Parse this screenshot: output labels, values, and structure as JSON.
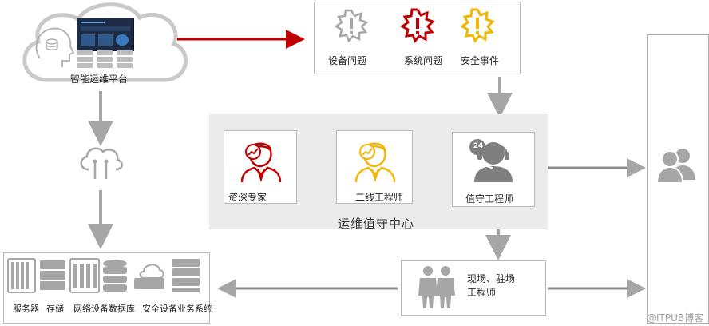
{
  "platform": {
    "label": "智能运维平台"
  },
  "alerts": {
    "device": "设备问题",
    "system": "系统问题",
    "security": "安全事件"
  },
  "center": {
    "title": "运维值守中心",
    "expert": "资深专家",
    "second_line": "二线工程师",
    "duty": "值守工程师",
    "duty_badge": "24"
  },
  "onsite": {
    "line1": "现场、驻场",
    "line2": "工程师"
  },
  "infrastructure": {
    "items": [
      "服务器",
      "存储",
      "网络设备",
      "数据库",
      "安全设备",
      "业务系统"
    ]
  },
  "watermark": "@ITPUB博客",
  "colors": {
    "red": "#c00000",
    "yellow": "#f2b705",
    "gray": "#a6a6a6",
    "dark_gray": "#7f7f7f",
    "panel": "#ebebeb"
  }
}
